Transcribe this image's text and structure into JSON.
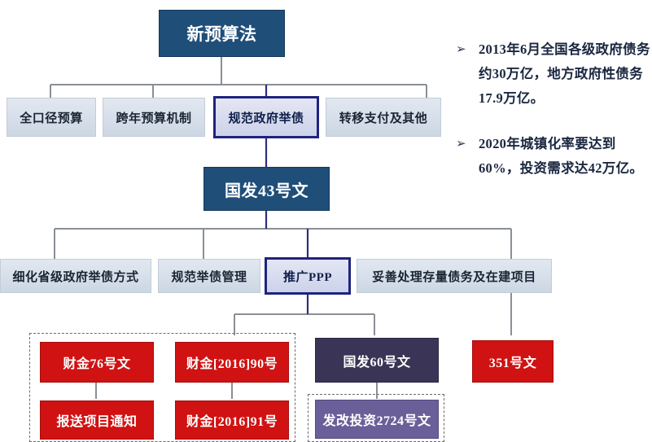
{
  "diagram": {
    "type": "flowchart",
    "title_node": {
      "label": "新预算法"
    },
    "row2": [
      {
        "label": "全口径预算",
        "style": "light"
      },
      {
        "label": "跨年预算机制",
        "style": "light"
      },
      {
        "label": "规范政府举债",
        "style": "highlight"
      },
      {
        "label": "转移支付及其他",
        "style": "light"
      }
    ],
    "row3": {
      "label": "国发43号文",
      "style": "navy"
    },
    "row4": [
      {
        "label": "细化省级政府举债方式",
        "style": "light"
      },
      {
        "label": "规范举债管理",
        "style": "light"
      },
      {
        "label": "推广PPP",
        "style": "highlight"
      },
      {
        "label": "妥善处理存量债务及在建项目",
        "style": "light"
      }
    ],
    "row5": [
      {
        "label": "财金76号文",
        "style": "red"
      },
      {
        "label": "财金[2016]90号",
        "style": "red"
      },
      {
        "label": "国发60号文",
        "style": "purple-dark"
      },
      {
        "label": "351号文",
        "style": "red"
      }
    ],
    "row6": [
      {
        "label": "报送项目通知",
        "style": "red"
      },
      {
        "label": "财金[2016]91号",
        "style": "red"
      },
      {
        "label": "发改投资2724号文",
        "style": "purple-light"
      }
    ]
  },
  "notes": {
    "marker": "➢",
    "items": [
      {
        "text": "2013年6月全国各级政府债务约30万亿，地方政府性债务17.9万亿。"
      },
      {
        "text": "2020年城镇化率要达到60%，投资需求达42万亿。"
      }
    ]
  },
  "colors": {
    "navy": "#1f4e79",
    "highlight_border": "#1f237e",
    "light_box": "#d6dfea",
    "red": "#d01212",
    "purple_dark": "#3a3556",
    "purple_light": "#6b5f99",
    "connector_gray": "#8a8f96",
    "connector_navy": "#2b2f80",
    "dashed": "#6b6b6b",
    "background": "#ffffff"
  }
}
